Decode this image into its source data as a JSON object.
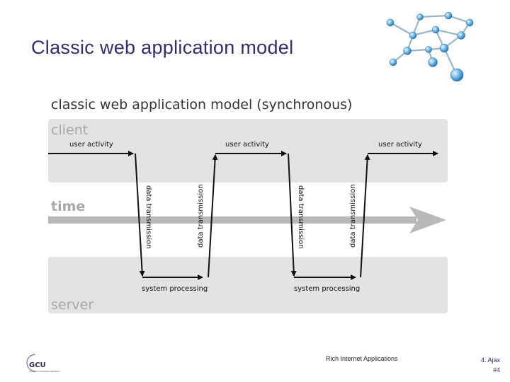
{
  "slide": {
    "title": "Classic web application model"
  },
  "diagram": {
    "heading": "classic web application model (synchronous)",
    "lanes": {
      "client": "client",
      "time": "time",
      "server": "server"
    },
    "labels": {
      "user_activity": "user activity",
      "system_processing": "system processing",
      "data_transmission": "data transmission"
    }
  },
  "footer": {
    "logo_text": "GCU",
    "logo_subtext": "GLASGOW CALEDONIAN UNIVERSITY",
    "center": "Rich Internet Applications",
    "section": "4. Ajax",
    "page": "#4"
  },
  "colors": {
    "title": "#3a2a6b",
    "lane": "#e3e3e3",
    "lane_label": "#a8a8a8",
    "time_arrow": "#b9b9b9",
    "line": "#111111"
  }
}
